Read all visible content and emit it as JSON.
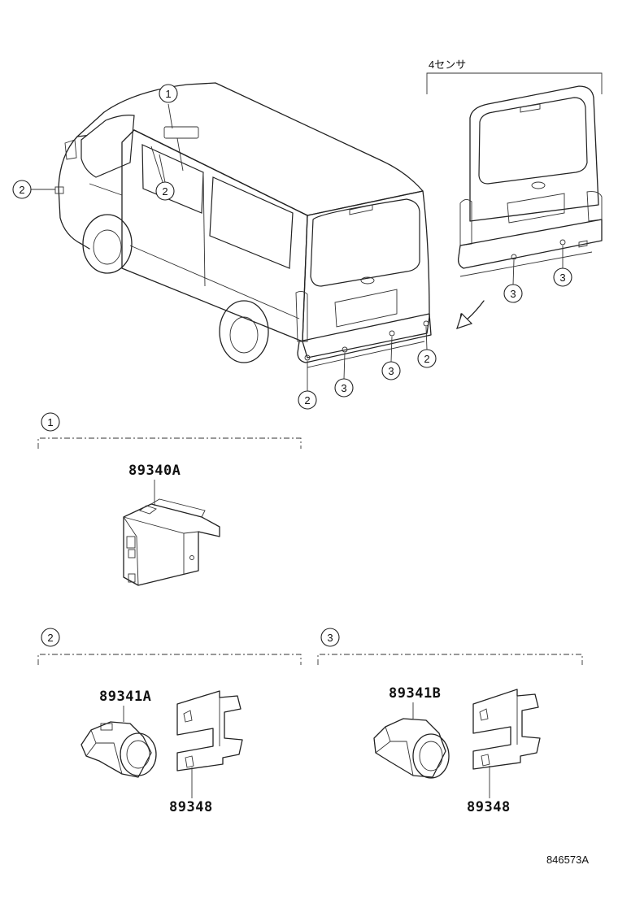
{
  "header_label": "4センサ",
  "callouts": {
    "c1": "1",
    "c2": "2",
    "c3": "3"
  },
  "parts": {
    "controller": "89340A",
    "sensor_a": "89341A",
    "sensor_b": "89341B",
    "bracket_a": "89348",
    "bracket_b": "89348"
  },
  "diagram_id": "846573A"
}
